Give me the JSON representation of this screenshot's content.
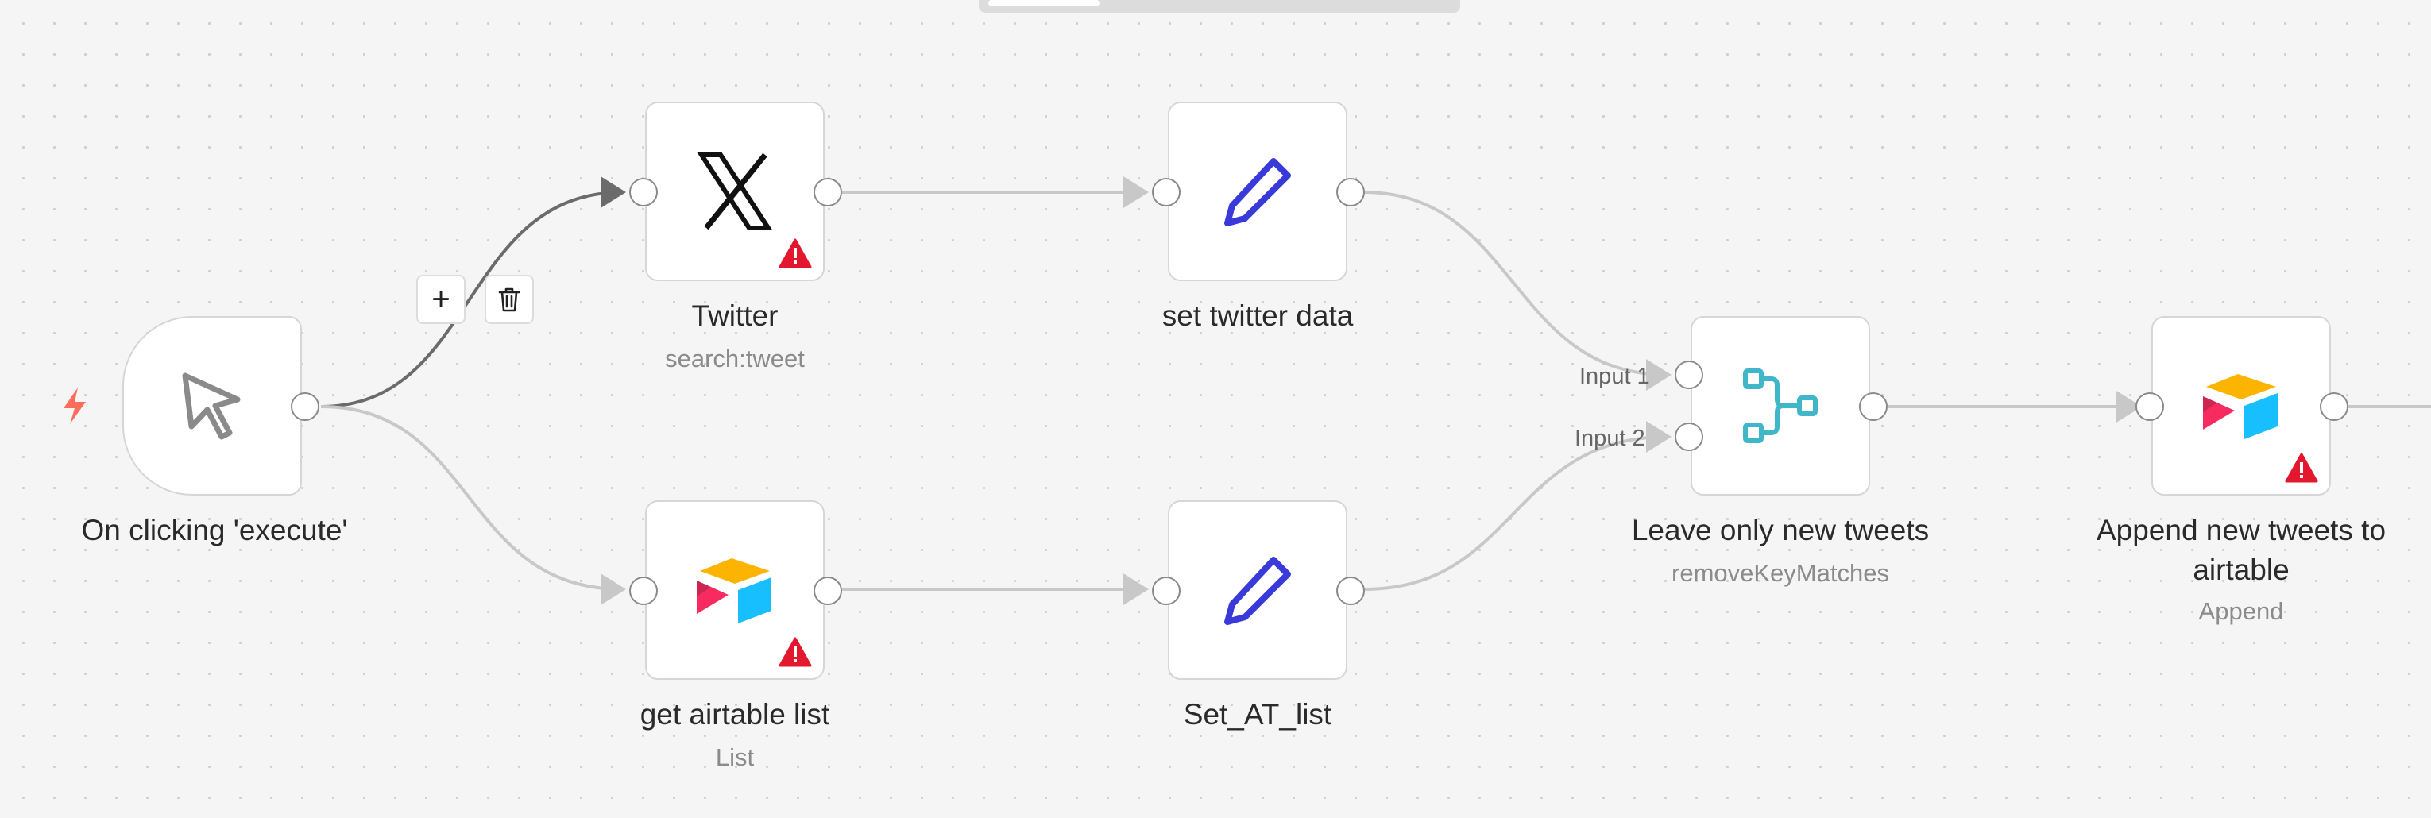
{
  "canvas": {
    "edge_color": "#c8c8c8",
    "edge_hover_color": "#6b6b6b",
    "port_border": "#8a8a8a"
  },
  "edge_toolbar": {
    "add_label": "+",
    "delete_icon": "trash-icon"
  },
  "nodes": {
    "trigger": {
      "title": "On clicking 'execute'",
      "icon": "cursor-icon"
    },
    "twitter": {
      "title": "Twitter",
      "subtitle": "search:tweet",
      "icon": "x-logo-icon",
      "warning": true
    },
    "set_twitter": {
      "title": "set twitter data",
      "icon": "pencil-icon"
    },
    "airtable_list": {
      "title": "get airtable list",
      "subtitle": "List",
      "icon": "airtable-icon",
      "warning": true
    },
    "set_at": {
      "title": "Set_AT_list",
      "icon": "pencil-icon"
    },
    "merge": {
      "title": "Leave only new tweets",
      "subtitle": "removeKeyMatches",
      "icon": "merge-icon",
      "input1": "Input 1",
      "input2": "Input 2"
    },
    "append": {
      "title_line1": "Append new tweets to",
      "title_line2": "airtable",
      "subtitle": "Append",
      "icon": "airtable-icon",
      "warning": true
    }
  },
  "colors": {
    "pencil": "#3a3adb",
    "merge": "#3fb7c8",
    "warning": "#e3172e",
    "trigger_bolt": "#ff6d5a"
  }
}
